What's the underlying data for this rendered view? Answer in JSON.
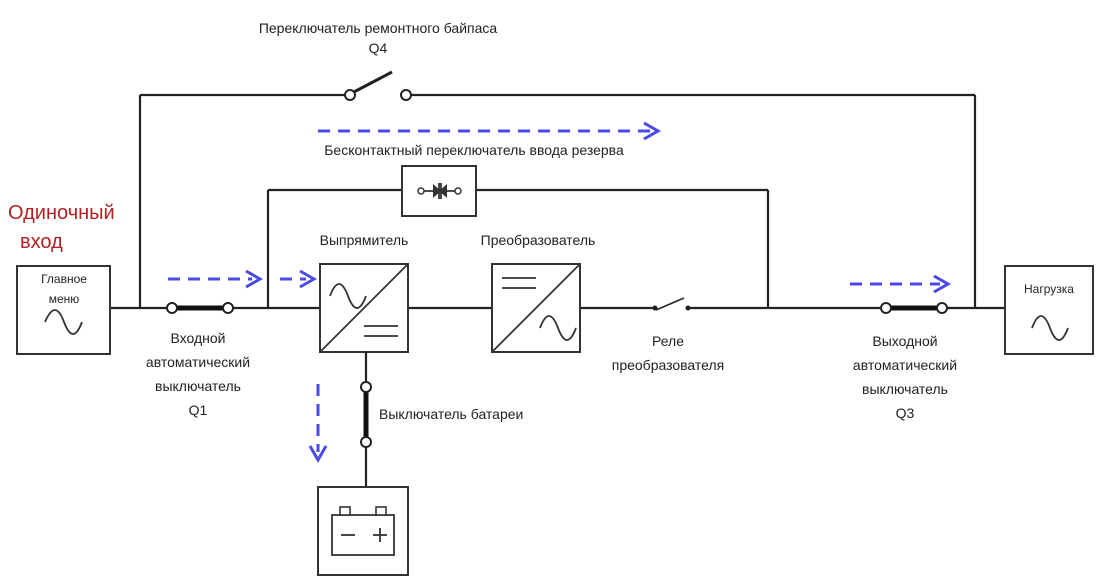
{
  "bypass_switch": {
    "title": "Переключатель ремонтного байпаса",
    "code": "Q4"
  },
  "static_switch": {
    "label": "Бесконтактный переключатель ввода резерва"
  },
  "input_mode": {
    "line1": "Одиночный",
    "line2": "вход"
  },
  "main_input": {
    "line1": "Главное",
    "line2": "меню"
  },
  "input_breaker": {
    "line1": "Входной",
    "line2": "автоматический",
    "line3": "выключатель",
    "code": "Q1"
  },
  "rectifier": {
    "label": "Выпрямитель"
  },
  "inverter": {
    "label": "Преобразователь"
  },
  "inverter_relay": {
    "line1": "Реле",
    "line2": "преобразователя"
  },
  "battery_switch": {
    "label": "Выключатель батареи"
  },
  "output_breaker": {
    "line1": "Выходной",
    "line2": "автоматический",
    "line3": "выключатель",
    "code": "Q3"
  },
  "load": {
    "label": "Нагрузка"
  },
  "colors": {
    "flow_arrow": "#4a4ae6",
    "input_mode_text": "#b22222",
    "wire": "#222222"
  }
}
